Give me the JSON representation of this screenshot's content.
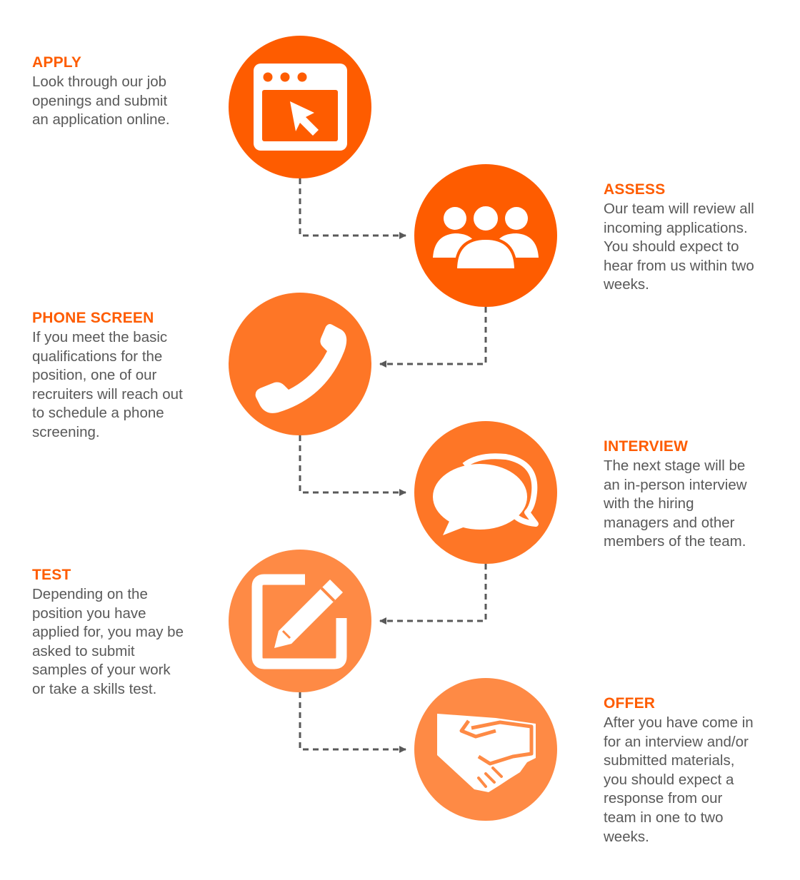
{
  "colors": {
    "circle_1": "#fe5c00",
    "circle_2": "#fe5c00",
    "circle_3": "#fe7626",
    "circle_4": "#fe7626",
    "circle_5": "#fe8a45",
    "circle_6": "#fe8a45",
    "title": "#fe5c00",
    "text": "#595959",
    "connector": "#595959"
  },
  "steps": [
    {
      "title": "APPLY",
      "icon": "browser-cursor-icon",
      "lines": [
        "Look through our job",
        "openings and submit",
        "an application online."
      ]
    },
    {
      "title": "ASSESS",
      "icon": "group-people-icon",
      "lines": [
        "Our team will review all",
        "incoming applications.",
        "You should expect to",
        "hear from us within two",
        "weeks."
      ]
    },
    {
      "title": "PHONE SCREEN",
      "icon": "phone-icon",
      "lines": [
        "If you meet the basic",
        "qualifications for the",
        "position, one of our",
        "recruiters will reach out",
        "to schedule a phone",
        "screening."
      ]
    },
    {
      "title": "INTERVIEW",
      "icon": "chat-bubbles-icon",
      "lines": [
        "The next stage will be",
        "an in-person interview",
        "with the hiring",
        "managers and other",
        "members of the team."
      ]
    },
    {
      "title": "TEST",
      "icon": "edit-pencil-icon",
      "lines": [
        "Depending on the",
        "position you have",
        "applied for, you may be",
        "asked to submit",
        "samples of your work",
        "or take a skills test."
      ]
    },
    {
      "title": "OFFER",
      "icon": "handshake-icon",
      "lines": [
        "After you have come in",
        "for an interview and/or",
        "submitted materials,",
        "you should expect a",
        "response from our",
        "team in one to two",
        "weeks."
      ]
    }
  ]
}
